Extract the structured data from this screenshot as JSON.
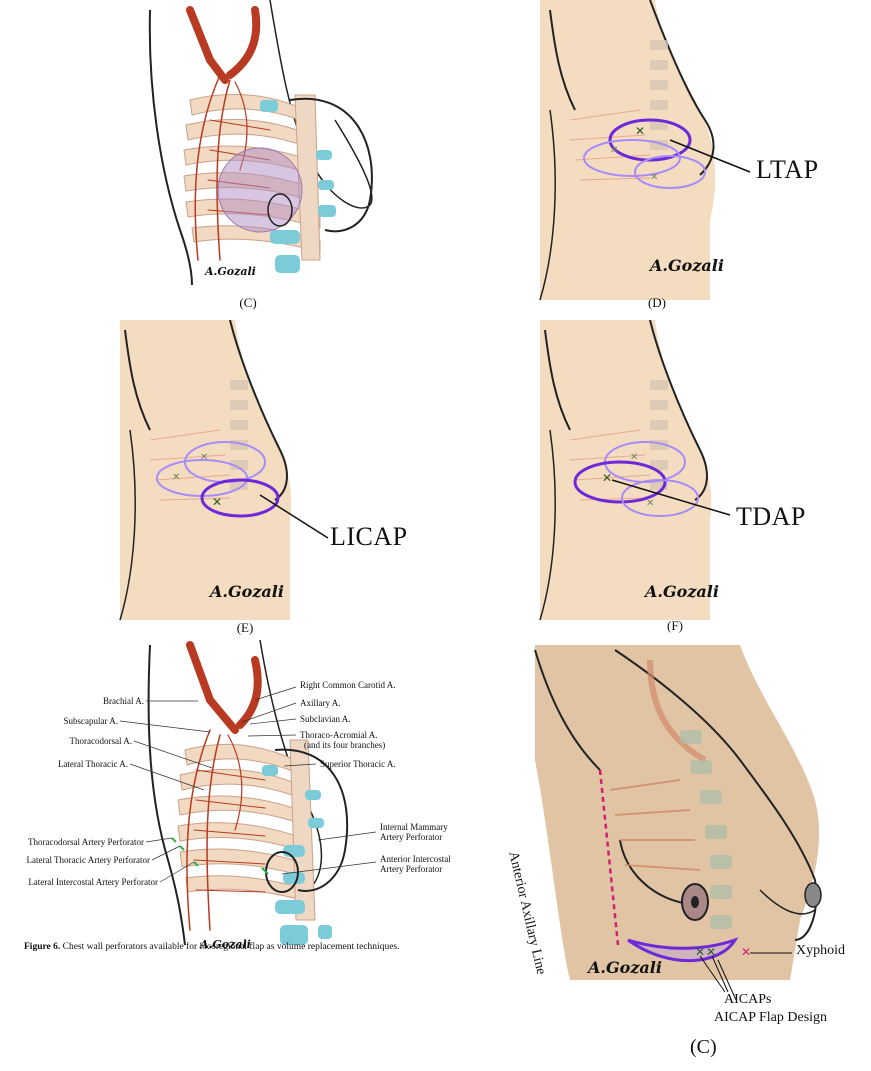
{
  "panels": {
    "c_top": {
      "caption": "(C)",
      "signature": "A.Gozali"
    },
    "d": {
      "caption": "(D)",
      "label": "LTAP",
      "signature": "A.Gozali"
    },
    "e": {
      "caption": "(E)",
      "label": "LICAP",
      "signature": "A.Gozali"
    },
    "f": {
      "caption": "(F)",
      "label": "TDAP",
      "signature": "A.Gozali"
    },
    "fig6": {
      "signature": "A.Gozali",
      "annotations_left": [
        "Brachial A.",
        "Subscapular A.",
        "Thoracodorsal A.",
        "Lateral Thoracic A.",
        "Thoracodorsal Artery Perforator",
        "Lateral Thoracic Artery Perforator",
        "Lateral Intercostal Artery Perforator"
      ],
      "annotations_right": [
        "Right Common Carotid A.",
        "Axillary A.",
        "Subclavian A.",
        "Thoraco-Acromial A.",
        "(and its four branches)",
        "Superior Thoracic A.",
        "Internal Mammary",
        "Artery Perforator",
        "Anterior Intercostal",
        "Artery Perforator"
      ],
      "caption_label": "Figure 6.",
      "caption_text": " Chest wall perforators available for locoregional flap as volume replacement techniques."
    },
    "aicap": {
      "vertical_label": "Anterior Axillary Line",
      "xyphoid": "Xyphoid",
      "aicaps": "AICAPs",
      "design": "AICAP Flap Design",
      "caption": "(C)",
      "signature": "A.Gozali"
    }
  },
  "colors": {
    "skin": "#f4dcc0",
    "artery": "#b83a22",
    "cartilage": "#7ccbd9",
    "flap": "#8b5cf6",
    "marker": "#2d5a27",
    "dashed": "#d02070"
  }
}
